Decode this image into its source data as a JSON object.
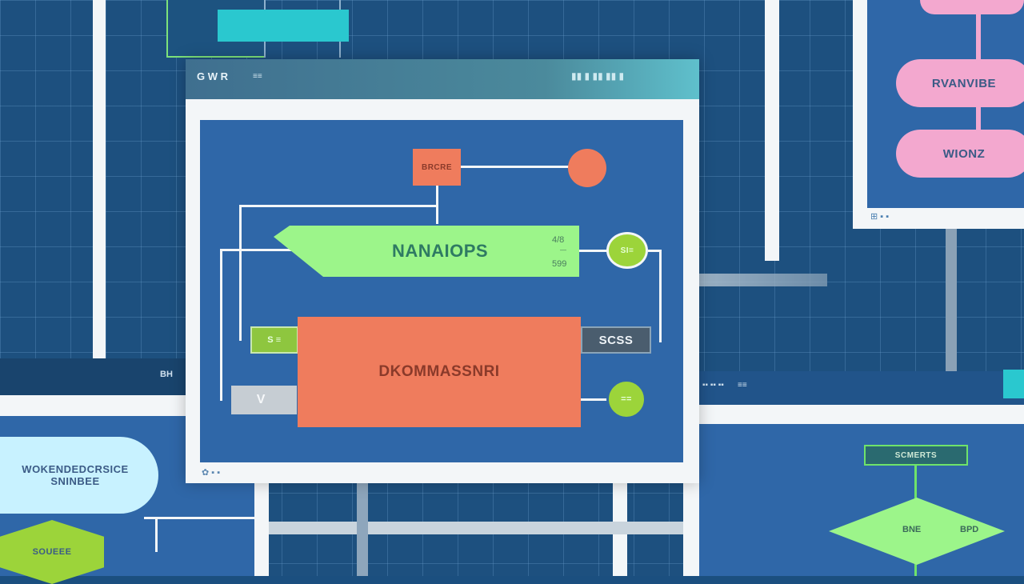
{
  "main_window": {
    "titlebar_left": "G W R",
    "titlebar_left_small": "≡≡",
    "titlebar_right": "▮▮ ▮ ▮▮ ▮▮ ▮",
    "footer_icons": "✿ ▪ ▪"
  },
  "diagram": {
    "top_box_label": "BRCRE",
    "banner_label": "NANAIOPS",
    "banner_side_top": "4/8",
    "banner_side_mid": "—",
    "banner_side_bottom": "599",
    "green_tag_label": "S ≡",
    "gray_tag_label": "V  ",
    "main_block_label": "DKOMMASSNRI",
    "right_tag_label": "SCSS",
    "circle_top_label": "SI=",
    "circle_bottom_label": "=="
  },
  "right_panel": {
    "pill_1": "RVANVIBE",
    "pill_2": "WIONZ",
    "footer_icons": "⊞ ▪ ▪"
  },
  "bottom_left_panel": {
    "bubble_text_line1": "WOKENDEDCRSICE",
    "bubble_text_line2": "SNINBEE",
    "diamond_text": "SOUEEE"
  },
  "bottom_right_panel": {
    "node_label": "SCMERTS",
    "diamond_text_left": "BNE",
    "diamond_text_right": "BPD"
  },
  "stray_labels": {
    "left_mid": "BH",
    "right_mid": "▪▪ ▪▪ ▪▪",
    "right_mid_b": "≡≡"
  },
  "colors": {
    "background": "#1b4f7f",
    "panel_blue": "#2f67a8",
    "teal": "#2ac8cf",
    "orange": "#ef7c5d",
    "green": "#9cf58a",
    "lime": "#9cd43a",
    "pink": "#f3a8cf",
    "light_cyan": "#c8f2ff"
  }
}
